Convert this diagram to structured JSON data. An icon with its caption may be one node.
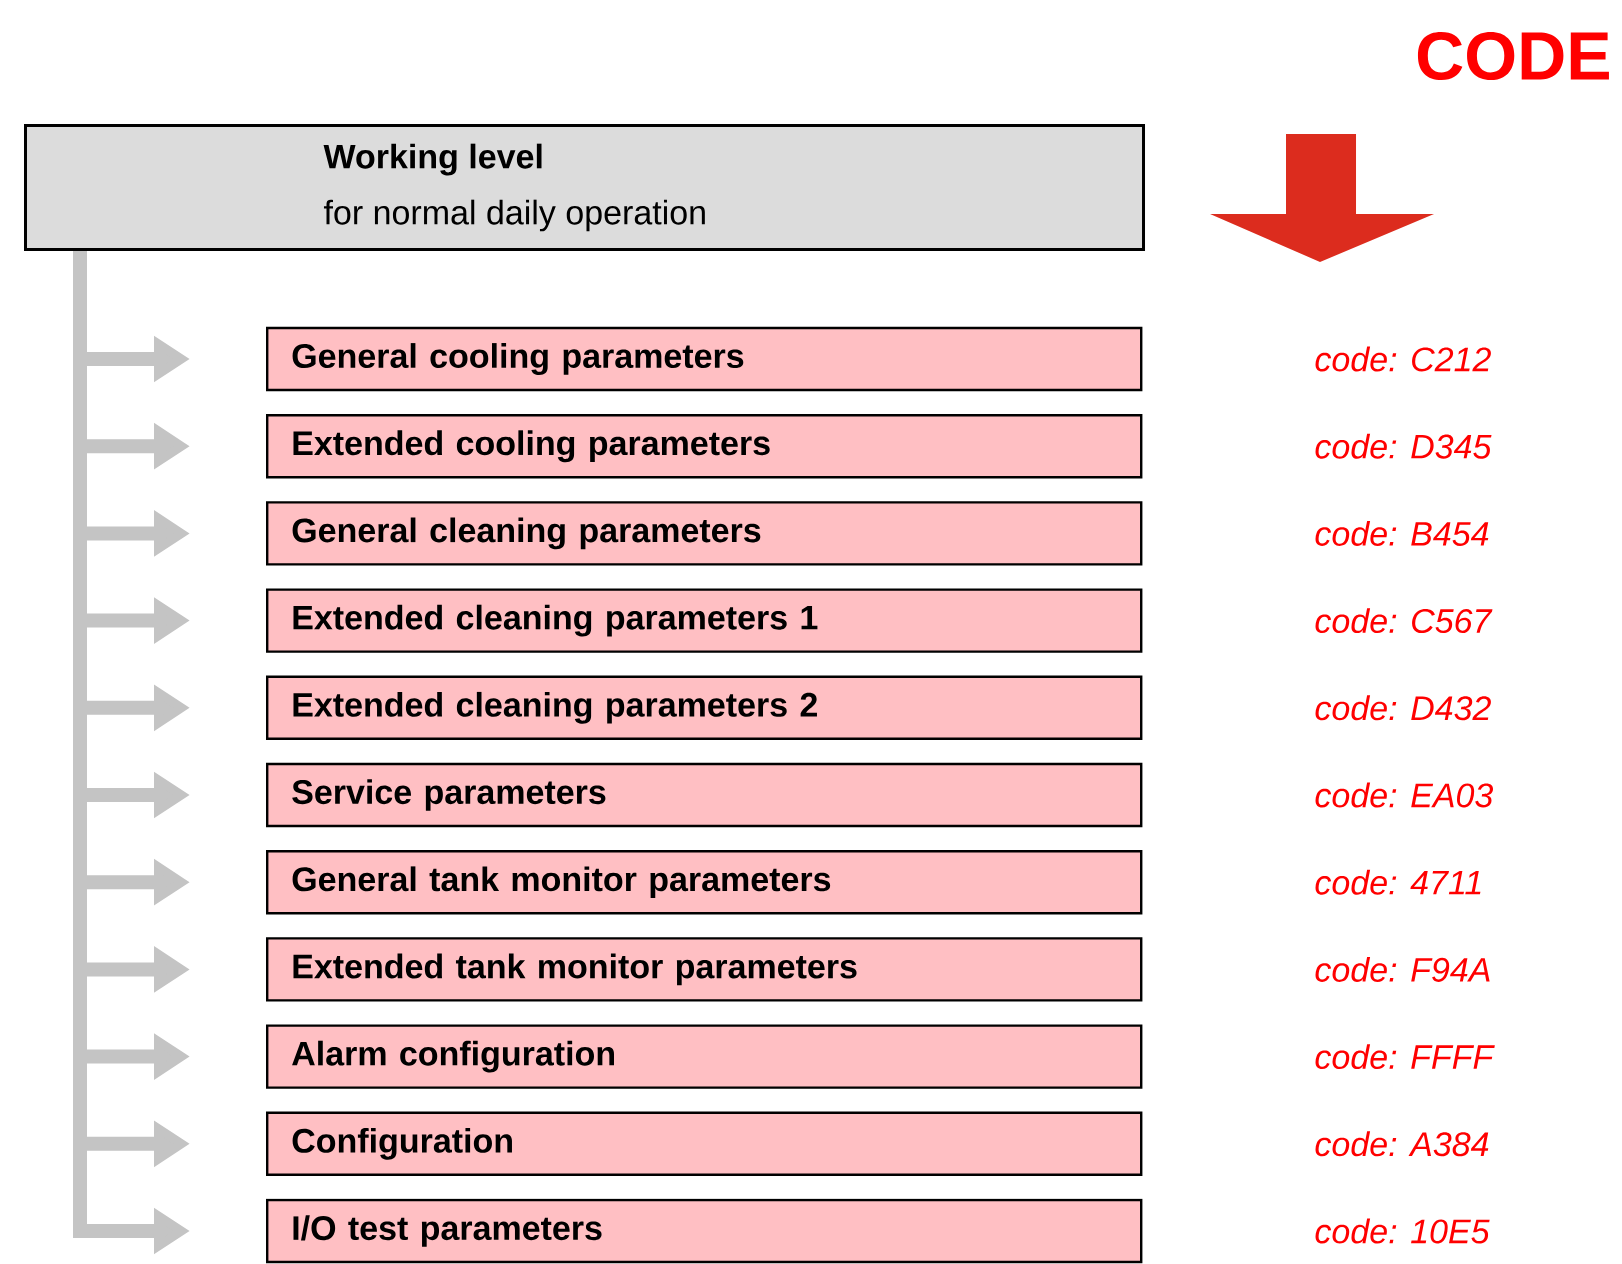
{
  "diagram": {
    "nodes": [
      {
        "text": [
          "Working level",
          "for normal daily operation"
        ]
      },
      {
        "text": [
          "General cooling parameters"
        ]
      },
      {
        "text": [
          "Extended cooling parameters"
        ]
      },
      {
        "text": [
          "General cleaning parameters"
        ]
      },
      {
        "text": [
          "Extended cleaning parameters 1"
        ]
      },
      {
        "text": [
          "Extended cleaning parameters 2"
        ]
      },
      {
        "text": [
          "Service parameters"
        ]
      },
      {
        "text": [
          "General tank monitor parameters"
        ]
      },
      {
        "text": [
          "Extended tank monitor parameters"
        ]
      },
      {
        "text": [
          "Alarm configuration"
        ]
      },
      {
        "text": [
          "Configuration"
        ]
      },
      {
        "text": [
          "I/O test parameters"
        ]
      }
    ],
    "edges": [
      {
        "from": 0,
        "to": 1,
        "arrow": "to"
      },
      {
        "from": 0,
        "to": 2,
        "arrow": "to"
      },
      {
        "from": 0,
        "to": 3,
        "arrow": "to"
      },
      {
        "from": 0,
        "to": 4,
        "arrow": "to"
      },
      {
        "from": 0,
        "to": 5,
        "arrow": "to"
      },
      {
        "from": 0,
        "to": 6,
        "arrow": "to"
      },
      {
        "from": 0,
        "to": 7,
        "arrow": "to"
      },
      {
        "from": 0,
        "to": 8,
        "arrow": "to"
      },
      {
        "from": 0,
        "to": 9,
        "arrow": "to"
      },
      {
        "from": 0,
        "to": 10,
        "arrow": "to"
      },
      {
        "from": 0,
        "to": 11,
        "arrow": "to"
      }
    ],
    "labels": [
      "CODE",
      "code: C212",
      "code: D345",
      "code: B454",
      "code: C567",
      "code: D432",
      "code: EA03",
      "code: 4711",
      "code: F94A",
      "code: FFFF",
      "code: A384",
      "code: 10E5"
    ]
  }
}
